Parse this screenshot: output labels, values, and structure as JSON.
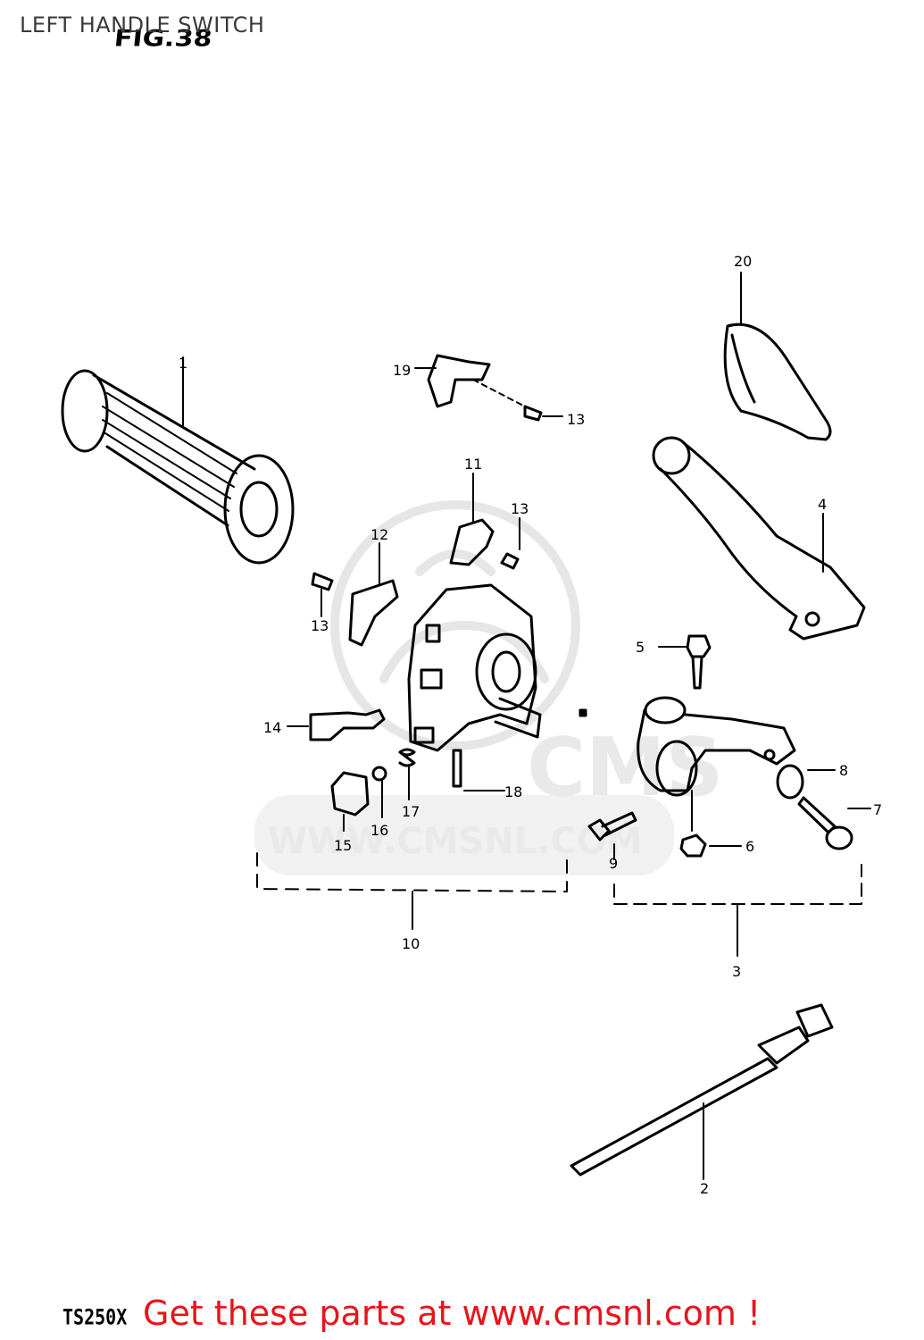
{
  "page": {
    "title": "LEFT HANDLE SWITCH",
    "figure_label": "FIG.38",
    "model": "TS250X",
    "footer_cta": "Get these parts at www.cmsnl.com !"
  },
  "watermark": {
    "text": "WWW.CMSNL.COM",
    "logo_text": "CMS",
    "color": "#e9e9e9"
  },
  "colors": {
    "cta": "#e8141b",
    "line": "#000000"
  },
  "callouts": {
    "c1": "1",
    "c3": "3",
    "c4": "4",
    "c5": "5",
    "c6": "6",
    "c7": "7",
    "c8": "8",
    "c9": "9",
    "c10": "10",
    "c11": "11",
    "c12": "12",
    "c13a": "13",
    "c13b": "13",
    "c13c": "13",
    "c14": "14",
    "c15": "15",
    "c16": "16",
    "c17": "17",
    "c18": "18",
    "c19": "19",
    "c20": "20",
    "c2": "2"
  }
}
